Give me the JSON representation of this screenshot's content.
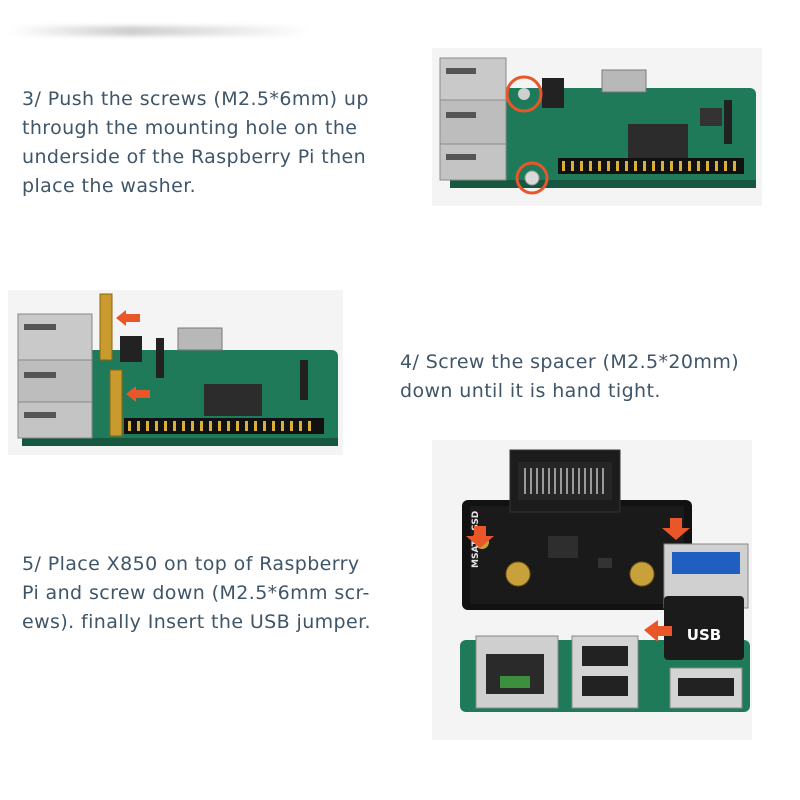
{
  "steps": [
    {
      "id": "step3",
      "text": "3/ Push the screws (M2.5*6mm) up\nthrough the mounting hole on the\nunderside of the Raspberry Pi then\nplace the washer."
    },
    {
      "id": "step4",
      "text": "4/ Screw the spacer (M2.5*20mm)\ndown until it is hand tight."
    },
    {
      "id": "step5",
      "text": "5/ Place X850 on top of Raspberry\nPi  and screw down (M2.5*6mm scr-\news). finally Insert the USB jumper."
    }
  ],
  "photo5": {
    "board_label": "MSATA SSD",
    "jumper_label": "USB"
  },
  "colors": {
    "text": "#3f5568",
    "pcb": "#1f7a5a",
    "highlight": "#e8562a"
  }
}
